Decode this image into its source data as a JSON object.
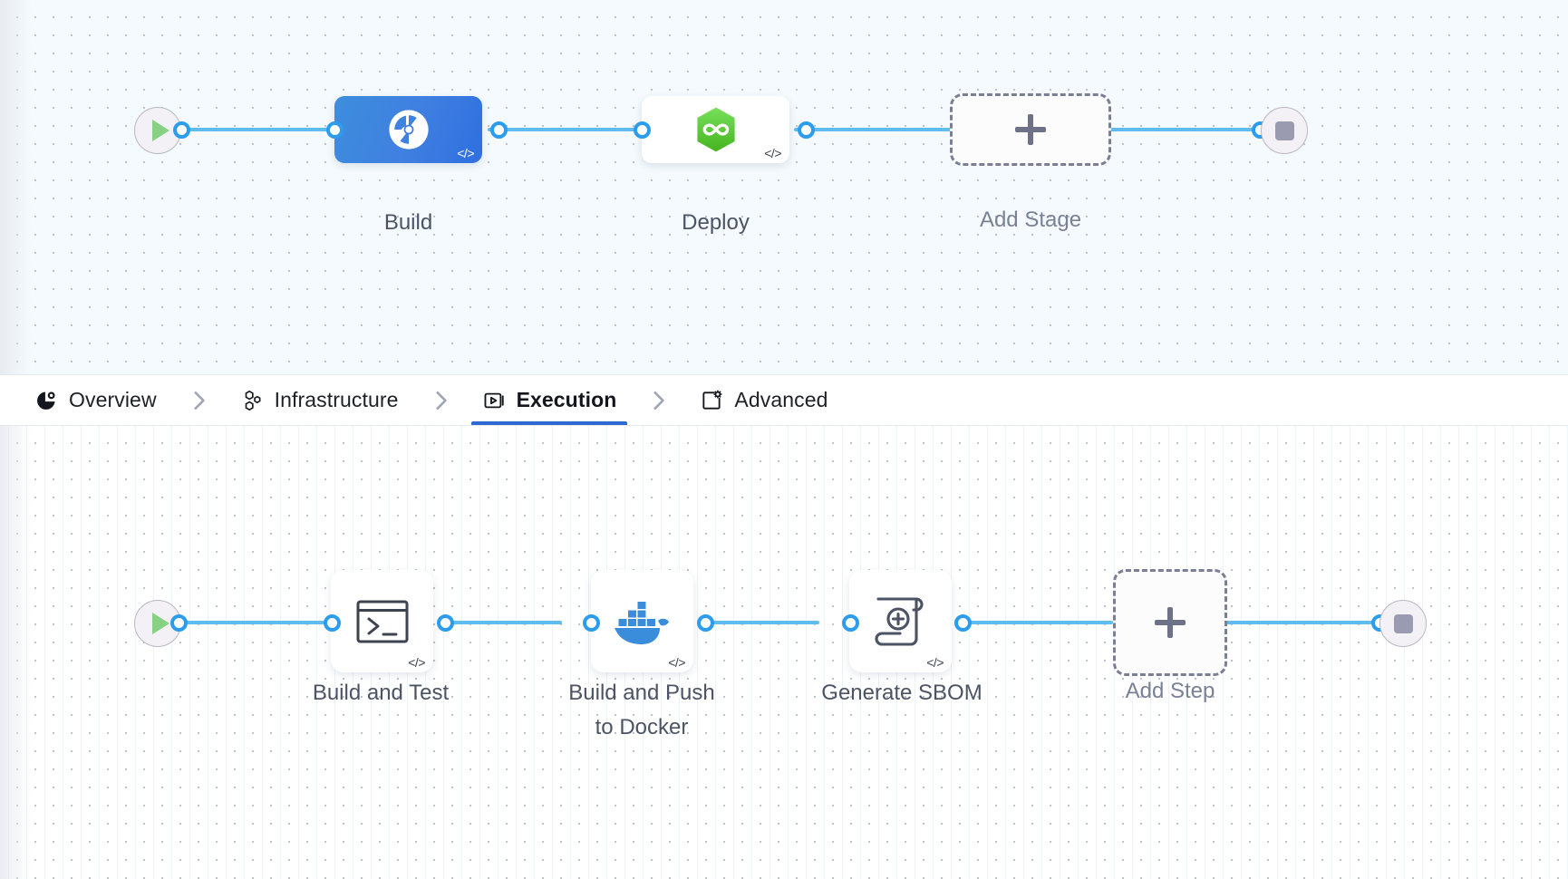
{
  "stage_graph": {
    "start_icon": "play-icon",
    "end_icon": "stop-icon",
    "nodes": [
      {
        "label": "Build",
        "icon": "harness-ci-icon",
        "style": "blue",
        "badge": "</>"
      },
      {
        "label": "Deploy",
        "icon": "harness-cd-icon",
        "style": "white",
        "badge": "</>"
      }
    ],
    "add_node": {
      "label": "Add Stage",
      "icon": "plus-icon"
    }
  },
  "tabs": {
    "separator_icon": "chevron-right-icon",
    "items": [
      {
        "label": "Overview",
        "icon": "overview-pie-icon",
        "active": false
      },
      {
        "label": "Infrastructure",
        "icon": "hexagon-cluster-icon",
        "active": false
      },
      {
        "label": "Execution",
        "icon": "play-box-icon",
        "active": true
      },
      {
        "label": "Advanced",
        "icon": "box-gear-icon",
        "active": false
      }
    ]
  },
  "step_graph": {
    "start_icon": "play-icon",
    "end_icon": "stop-icon",
    "nodes": [
      {
        "label": "Build and Test",
        "icon": "terminal-icon",
        "badge": "</>"
      },
      {
        "label": "Build and Push\nto Docker",
        "icon": "docker-whale-icon",
        "badge": "</>"
      },
      {
        "label": "Generate SBOM",
        "icon": "scroll-plus-icon",
        "badge": "</>"
      }
    ],
    "add_node": {
      "label": "Add Step",
      "icon": "plus-icon"
    }
  },
  "colors": {
    "accent": "#2b9cee",
    "edge": "#5fbcf1",
    "active_tab_underline": "#2e68d3",
    "stage_blue": "#3f7fe0",
    "deploy_green": "#5ec942",
    "docker_blue": "#3a8ddb",
    "label": "#4c5365",
    "label_muted": "#7b8194"
  }
}
